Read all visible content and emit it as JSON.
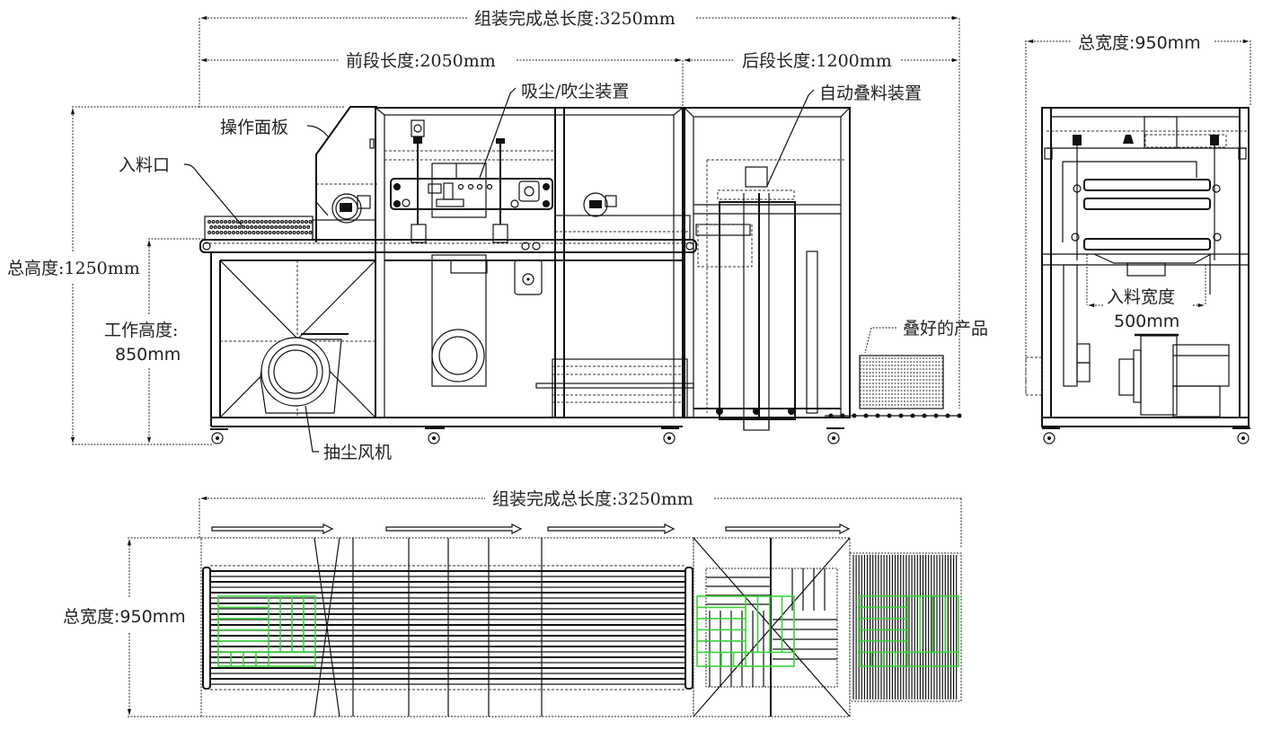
{
  "drawing": {
    "front_view": {
      "total_length_label": "组装完成总长度:3250mm",
      "front_section_label": "前段长度:2050mm",
      "rear_section_label": "后段长度:1200mm",
      "total_height_label": "总高度:1250mm",
      "work_height_label_line1": "工作高度:",
      "work_height_label_line2": "850mm",
      "callouts": {
        "control_panel": "操作面板",
        "feed_inlet": "入料口",
        "dust_device": "吸尘/吹尘装置",
        "auto_stacker": "自动叠料装置",
        "stacked_product": "叠好的产品",
        "dust_fan": "抽尘风机"
      }
    },
    "side_view": {
      "total_width_label": "总宽度:950mm",
      "feed_width_label_line1": "入料宽度",
      "feed_width_label_line2": "500mm"
    },
    "top_view": {
      "total_length_label": "组装完成总长度:3250mm",
      "total_width_label": "总宽度:950mm",
      "flow_arrows": 4
    },
    "colors": {
      "line": "#111111",
      "product_outline": "#3bd13b",
      "background": "#ffffff"
    }
  }
}
